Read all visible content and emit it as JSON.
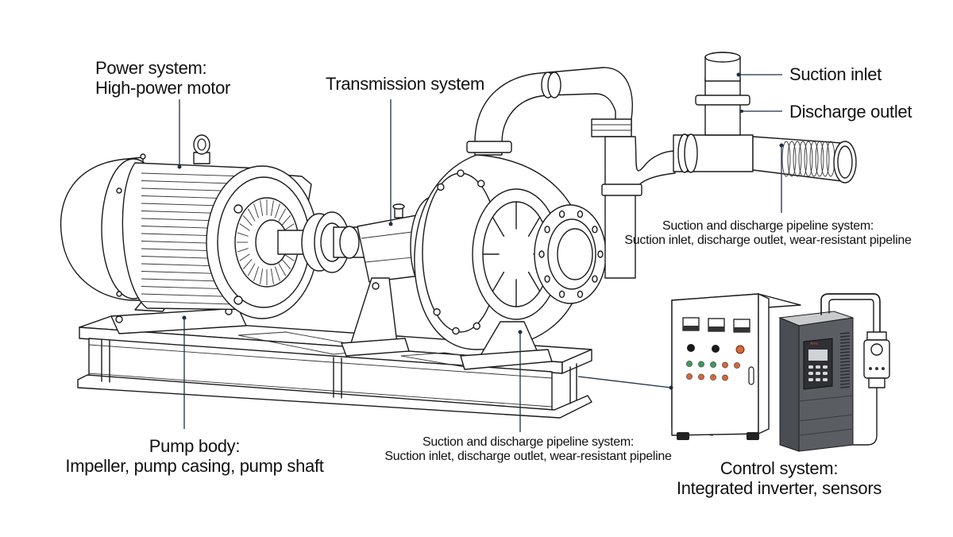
{
  "diagram": {
    "subject": "Centrifugal pump assembly",
    "labels": {
      "power": {
        "title": "Power system:",
        "detail": "High-power motor"
      },
      "transmission": {
        "title": "Transmission system"
      },
      "suction_inlet": {
        "title": "Suction inlet"
      },
      "discharge_outlet": {
        "title": "Discharge outlet"
      },
      "pipeline_right": {
        "title": "Suction and discharge pipeline system:",
        "detail": "Suction inlet, discharge outlet, wear-resistant pipeline"
      },
      "pipeline_bottom": {
        "title": "Suction and discharge pipeline system:",
        "detail": "Suction inlet, discharge outlet, wear-resistant pipeline"
      },
      "pump_body": {
        "title": "Pump body:",
        "detail": "Impeller, pump casing, pump shaft"
      },
      "control": {
        "title": "Control system:",
        "detail": "Integrated inverter, sensors"
      }
    },
    "components": [
      "motor",
      "coupling",
      "bearing-housing",
      "pump-casing",
      "suction-flange",
      "discharge-pipeline",
      "base-frame",
      "control-cabinet",
      "inverter",
      "sensor"
    ],
    "colors": {
      "leader_line": "#1e2f44",
      "outline": "#1a1a1a",
      "inverter_body": "#5a5d62",
      "indicator_green": "#3e9a5c",
      "indicator_orange": "#d2693a"
    }
  }
}
